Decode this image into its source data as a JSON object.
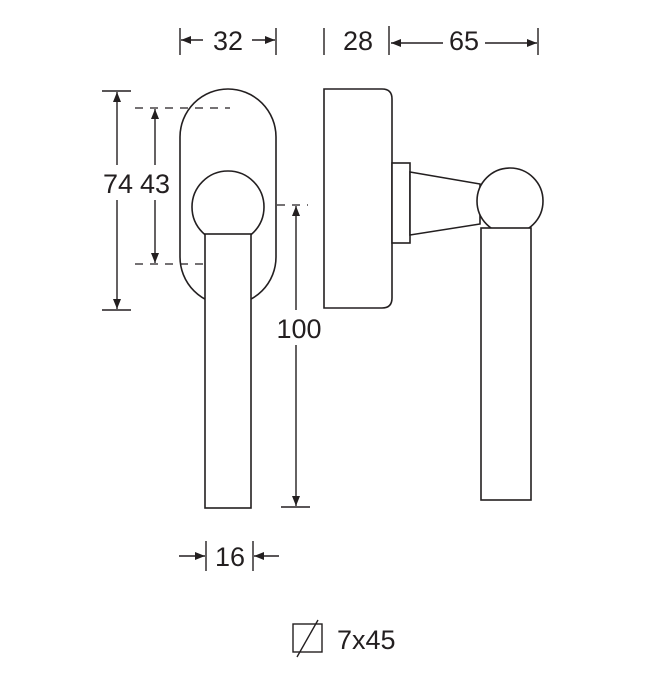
{
  "dimensions": {
    "rosette_width": "32",
    "rosette_height": "74",
    "spindle_offset": "43",
    "lever_length": "100",
    "lever_width": "16",
    "rosette_depth": "28",
    "projection": "65"
  },
  "spindle": {
    "icon": "square-spindle-icon",
    "size": "7x45"
  },
  "colors": {
    "line": "#231f20",
    "background": "#ffffff"
  }
}
